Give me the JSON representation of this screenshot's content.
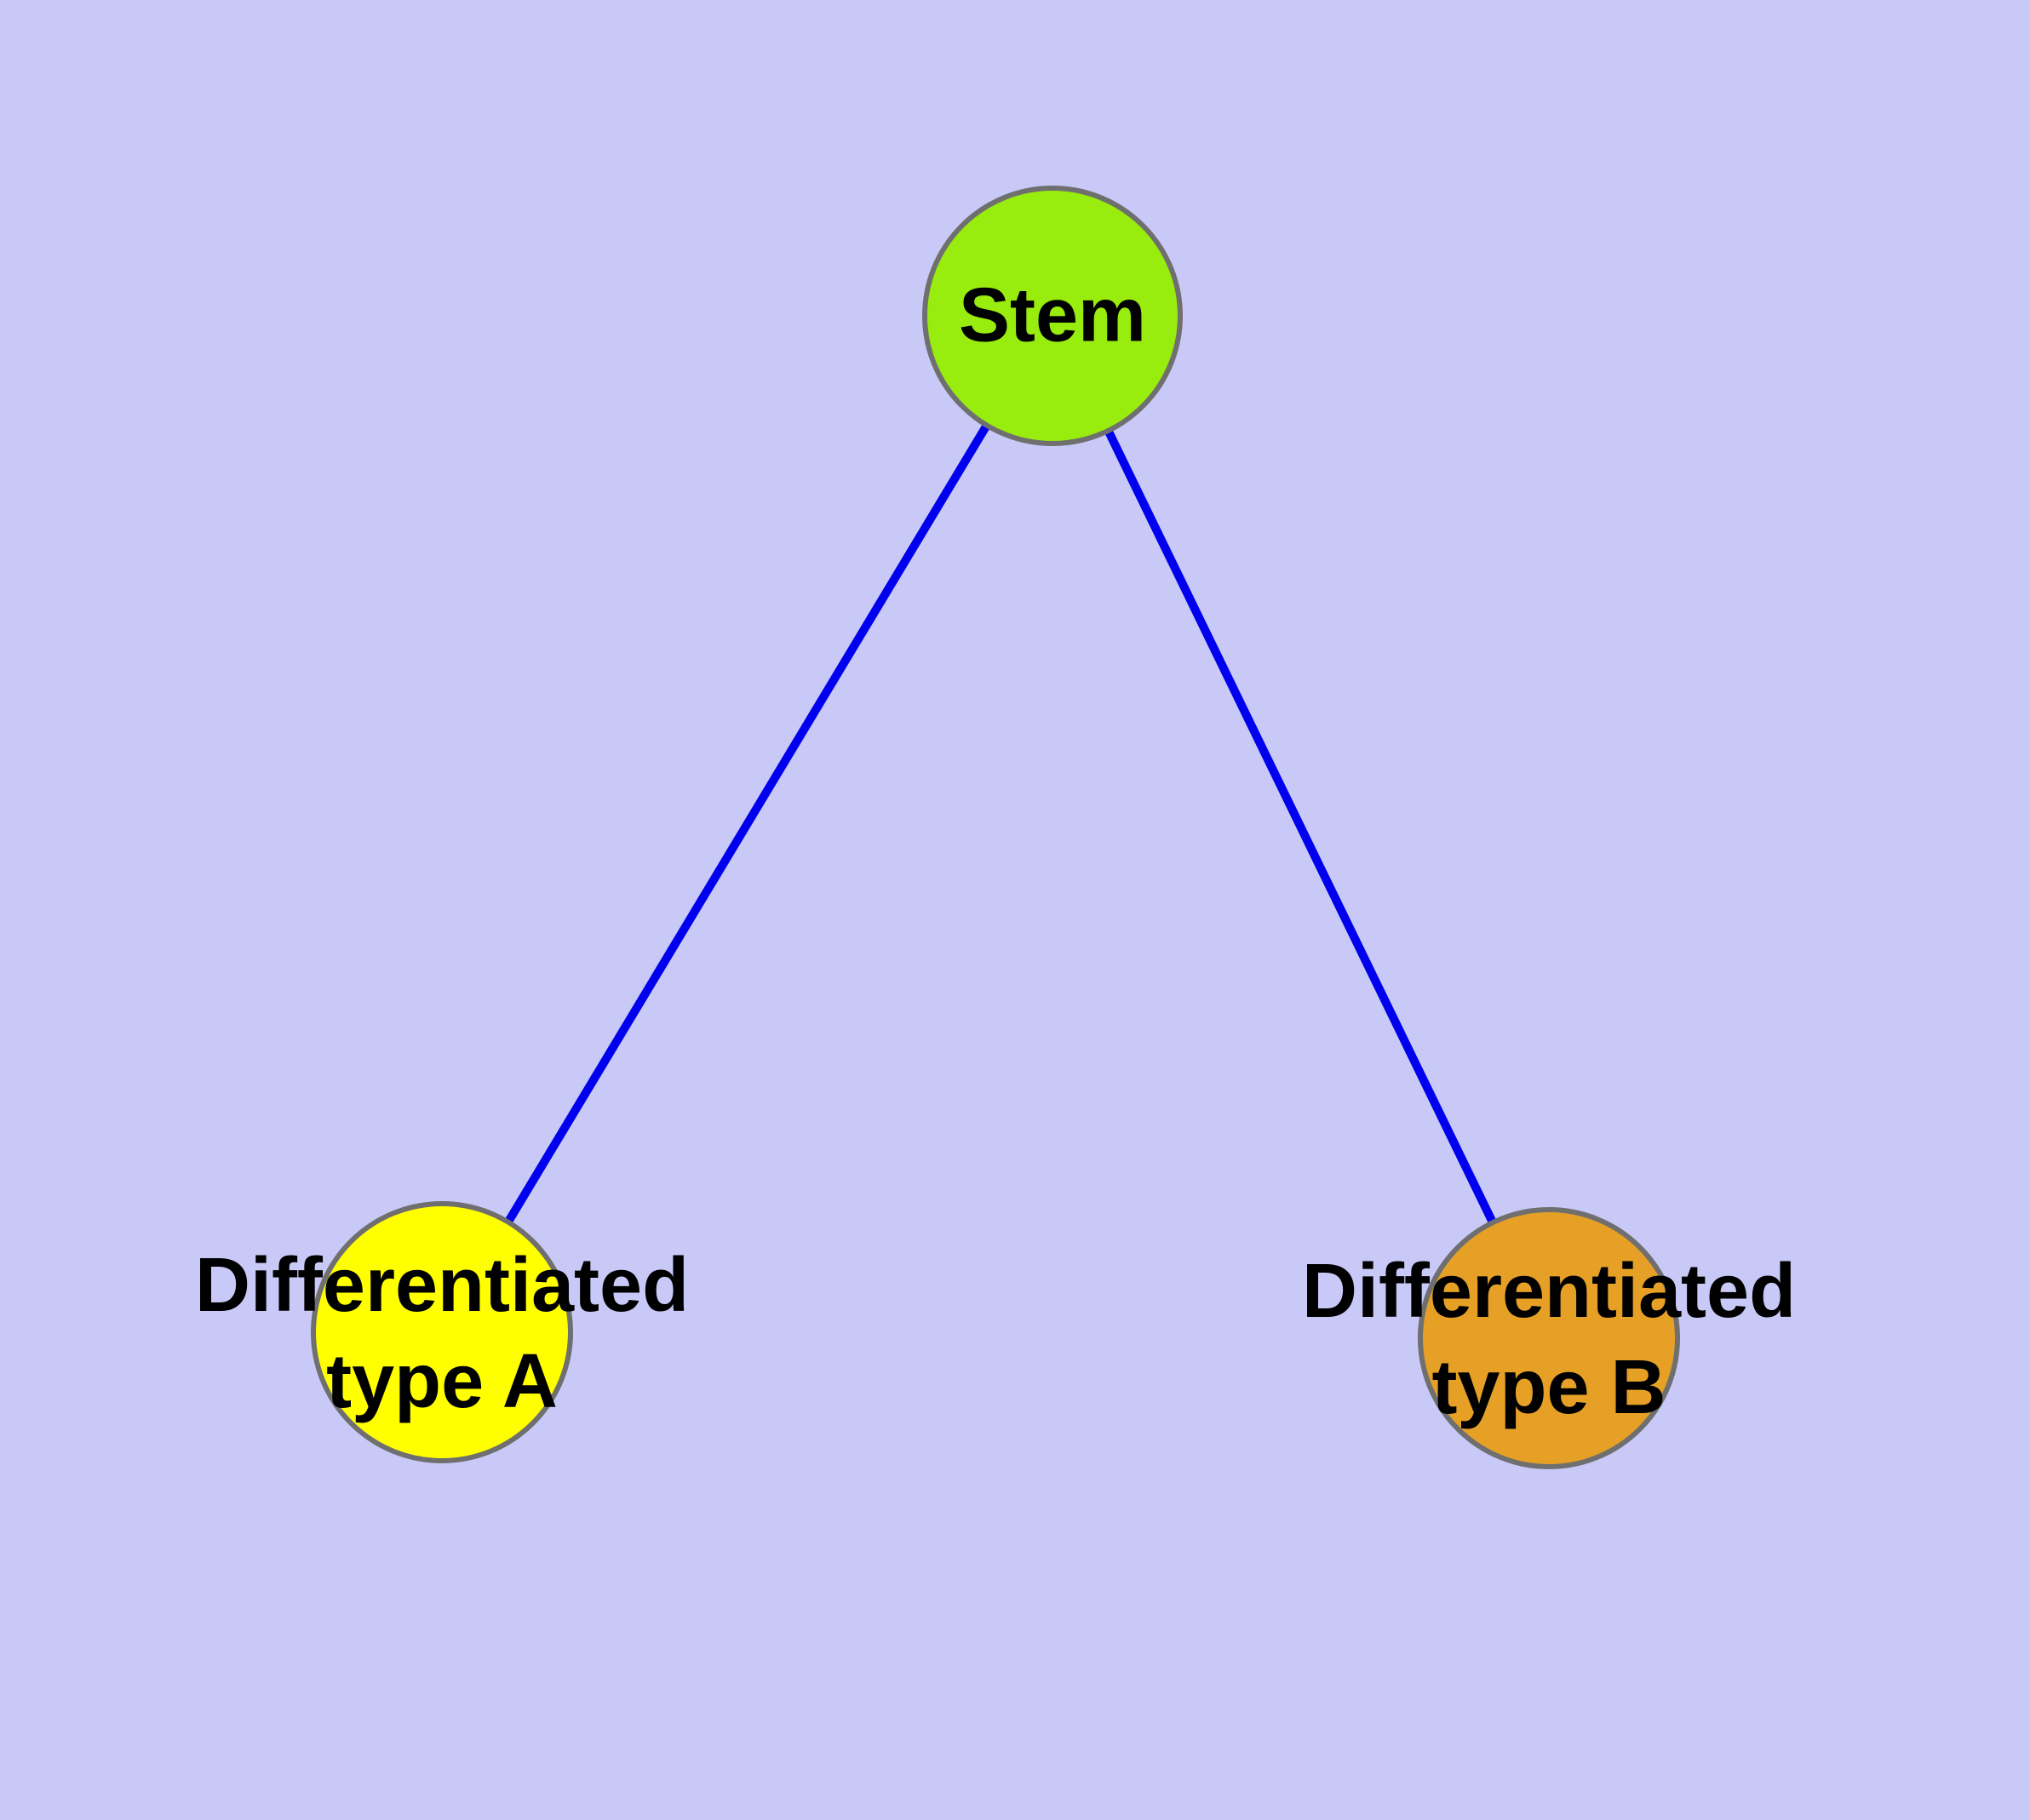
{
  "diagram": {
    "type": "graph",
    "nodes": [
      {
        "id": "stem",
        "lines": [
          "Stem"
        ],
        "fill": "#98ec0e"
      },
      {
        "id": "differentiated-type-a",
        "lines": [
          "Differentiated",
          "type A"
        ],
        "fill": "#ffff00"
      },
      {
        "id": "differentiated-type-b",
        "lines": [
          "Differentiated",
          "type B"
        ],
        "fill": "#e6a026"
      }
    ],
    "edges": [
      {
        "from": "stem",
        "to": "differentiated-type-a"
      },
      {
        "from": "stem",
        "to": "differentiated-type-b"
      }
    ],
    "colors": {
      "background": "#c9c9f7",
      "node_border": "#6f6f6f",
      "edge": "#0000ee",
      "label_text": "#000000"
    }
  }
}
